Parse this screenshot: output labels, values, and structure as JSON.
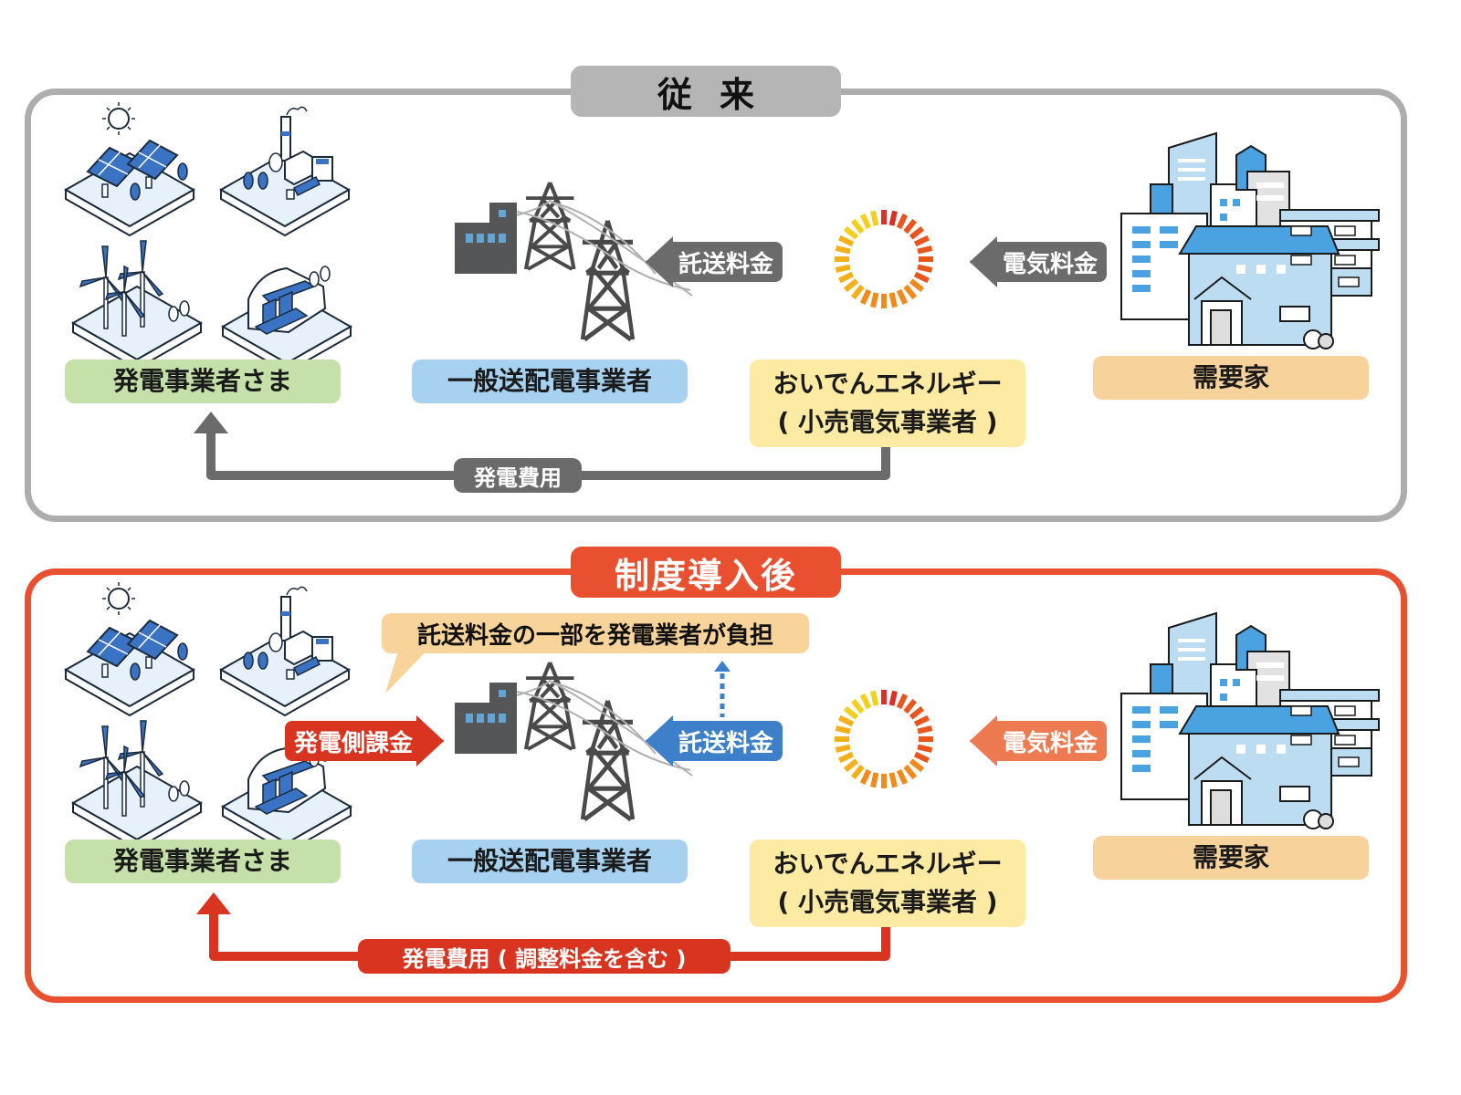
{
  "sections": {
    "before": {
      "title": "従来",
      "generators_label": "発電事業者さま",
      "grid_operator_label": "一般送配電事業者",
      "retailer_label_line1": "おいでんエネルギー",
      "retailer_label_line2": "( 小売電気事業者 )",
      "customer_label": "需要家",
      "arrow_transmission_fee": "託送料金",
      "arrow_electricity_fee": "電気料金",
      "route_generation_cost": "発電費用"
    },
    "after": {
      "title": "制度導入後",
      "generators_label": "発電事業者さま",
      "grid_operator_label": "一般送配電事業者",
      "retailer_label_line1": "おいでんエネルギー",
      "retailer_label_line2": "( 小売電気事業者 )",
      "customer_label": "需要家",
      "arrow_generation_charge": "発電側課金",
      "arrow_transmission_fee": "託送料金",
      "arrow_electricity_fee": "電気料金",
      "route_generation_cost": "発電費用 ( 調整料金を含む )",
      "callout": "託送料金の一部を発電業者が負担"
    }
  },
  "icons": {
    "generators": [
      "solar-power-icon",
      "thermal-power-icon",
      "wind-power-icon",
      "hydro-power-icon"
    ],
    "grid": [
      "substation-icon",
      "transmission-tower-icon"
    ],
    "retailer": "sun-ring-logo-icon",
    "customer": "city-buildings-icon"
  },
  "colors": {
    "before_border": "#adadad",
    "before_arrow": "#6b6b6b",
    "after_border": "#e8502f",
    "after_red_arrow": "#d9341f",
    "after_blue_arrow": "#3d7fc9",
    "after_orange_arrow": "#ee7a52",
    "label_generators": "#c5e0a8",
    "label_grid": "#a6d1f0",
    "label_retailer": "#fdeaa3",
    "label_customer": "#f8d29b",
    "callout": "#f8d49a"
  }
}
